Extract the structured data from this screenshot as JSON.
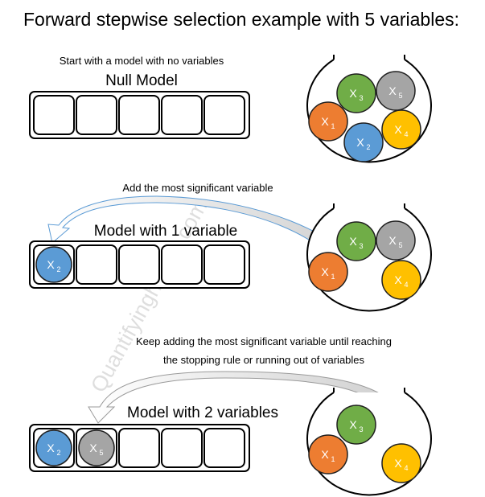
{
  "title": "Forward stepwise selection example with 5 variables:",
  "watermark": "Quantifyinghealth.com",
  "colors": {
    "x1": "#ED7D31",
    "x2": "#5B9BD5",
    "x3": "#70AD47",
    "x4": "#FFC000",
    "x5": "#A5A5A5",
    "outline": "#000000",
    "arrow_stroke": "#5B9BD5",
    "arrow_fill": "#D9D9D9"
  },
  "steps": [
    {
      "caption": "Start with a model with no variables",
      "caption2": "",
      "model_label": "Null Model",
      "selected": [],
      "pool": [
        "x1",
        "x2",
        "x3",
        "x4",
        "x5"
      ]
    },
    {
      "caption": "Add the most significant variable",
      "caption2": "",
      "model_label": "Model with 1 variable",
      "selected": [
        "x2"
      ],
      "pool": [
        "x1",
        "x3",
        "x4",
        "x5"
      ]
    },
    {
      "caption": "Keep adding the most significant variable until reaching",
      "caption2": "the stopping rule or running out of variables",
      "model_label": "Model with 2 variables",
      "selected": [
        "x2",
        "x5"
      ],
      "pool": [
        "x1",
        "x3",
        "x4"
      ]
    }
  ],
  "variables": {
    "x1": {
      "letter": "X",
      "sub": "1"
    },
    "x2": {
      "letter": "X",
      "sub": "2"
    },
    "x3": {
      "letter": "X",
      "sub": "3"
    },
    "x4": {
      "letter": "X",
      "sub": "4"
    },
    "x5": {
      "letter": "X",
      "sub": "5"
    }
  }
}
